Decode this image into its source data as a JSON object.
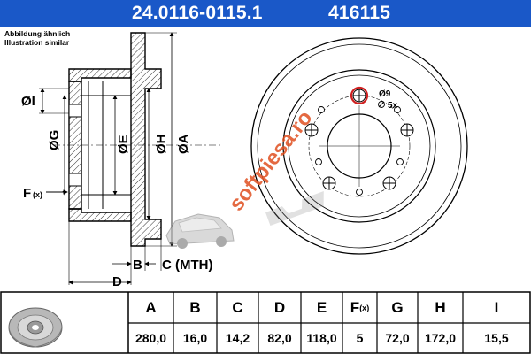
{
  "header": {
    "part_number": "24.0116-0115.1",
    "catalog_number": "416115",
    "bg_color": "#1a58c8",
    "text_color": "#ffffff"
  },
  "notes": {
    "line1": "Abbildung ähnlich",
    "line2": "Illustration similar"
  },
  "side_view": {
    "labels": {
      "I": "ØI",
      "G": "ØG",
      "E": "ØE",
      "H": "ØH",
      "A": "ØA",
      "F": "F",
      "F_sub": "(x)",
      "B": "B",
      "C": "C (MTH)",
      "D": "D"
    }
  },
  "front_view": {
    "hole_label": "Ø9",
    "hole_count_label": "5x",
    "highlight_color": "#d02020"
  },
  "watermark": {
    "text": "softpiesa.ro",
    "color": "#e05020"
  },
  "specs": {
    "columns": [
      "A",
      "B",
      "C",
      "D",
      "E",
      "F",
      "G",
      "H",
      "I"
    ],
    "column_F_sub": "(x)",
    "values": [
      "280,0",
      "16,0",
      "14,2",
      "82,0",
      "118,0",
      "5",
      "72,0",
      "172,0",
      "15,5"
    ]
  }
}
